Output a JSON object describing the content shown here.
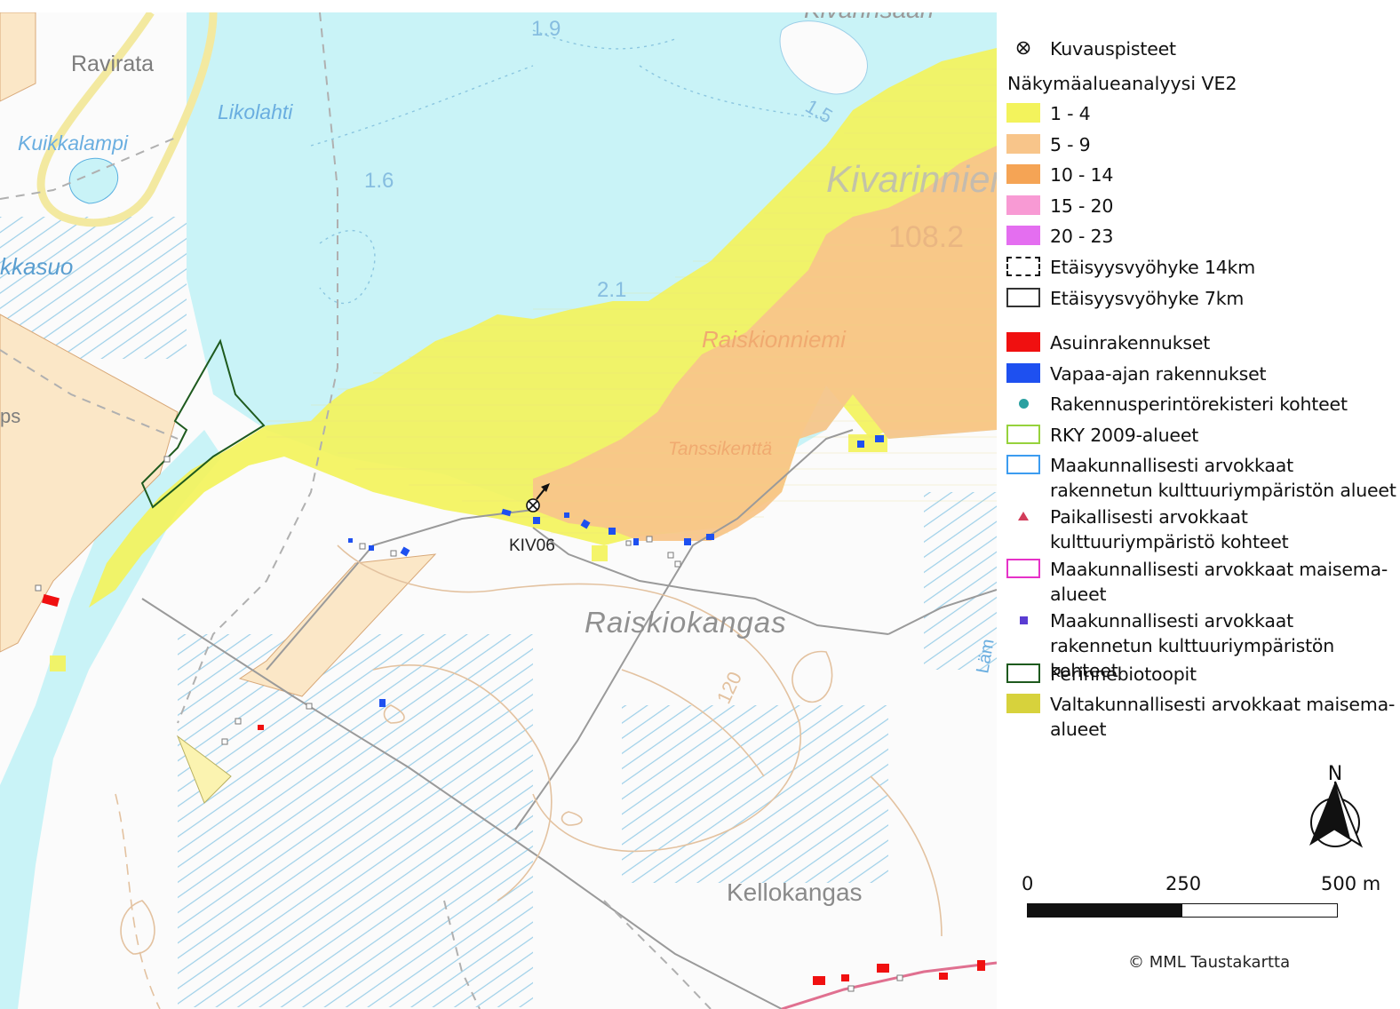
{
  "map": {
    "place_labels": {
      "ravirata": "Ravirata",
      "kuikkalampi": "Kuikkalampi",
      "likolahti": "Likolahti",
      "kkasuo": "kkasuo",
      "kivarinsaari": "Kivarinsaari",
      "kivarinniemi": "Kivarinniemi",
      "raiskionniemi": "Raiskionniemi",
      "tanssikentta": "Tanssikenttä",
      "raiskiokangas": "Raiskiokangas",
      "kellokangas": "Kellokangas",
      "ps": "ps",
      "lam": "Läm"
    },
    "depth_labels": {
      "d19": "1.9",
      "d16": "1.6",
      "d15": "1.5",
      "d21": "2.1"
    },
    "elevation_labels": {
      "e1082": "108.2",
      "e120": "120"
    },
    "viewpoint": {
      "id": "KIV06"
    }
  },
  "legend": {
    "viewpoints": {
      "label": "Kuvauspisteet"
    },
    "analysis_title": "Näkymäalueanalyysi VE2",
    "classes": [
      {
        "label": "1 - 4",
        "color": "#f3f35c"
      },
      {
        "label": "5 - 9",
        "color": "#f8c58a"
      },
      {
        "label": "10 - 14",
        "color": "#f5a455"
      },
      {
        "label": "15 - 20",
        "color": "#f89ad4"
      },
      {
        "label": "20 - 23",
        "color": "#e46ef0"
      }
    ],
    "zones": [
      {
        "label": "Etäisyysvyöhyke 14km"
      },
      {
        "label": "Etäisyysvyöhyke 7km"
      }
    ],
    "layers": [
      {
        "label": "Asuinrakennukset",
        "color": "#f01010"
      },
      {
        "label": "Vapaa-ajan rakennukset",
        "color": "#1e50f0"
      },
      {
        "label": "Rakennusperintörekisteri kohteet",
        "color": "#2aa0a0"
      },
      {
        "label": "RKY 2009-alueet",
        "color": "#96d23c"
      },
      {
        "label": "Maakunnallisesti arvokkaat rakennetun kulttuuriympäristön alueet",
        "color": "#3c9cf0"
      },
      {
        "label": "Paikallisesti arvokkaat kulttuuriympäristö kohteet",
        "color": "#d23c5a"
      },
      {
        "label": "Maakunnallisesti arvokkaat maisema-alueet",
        "color": "#e632c8"
      },
      {
        "label": "Maakunnallisesti arvokkaat rakennetun kulttuuriympäristön kohteet",
        "color": "#5a3cd2"
      },
      {
        "label": "Perinnebiotoopit",
        "color": "#1e5a1e"
      },
      {
        "label": "Valtakunnallisesti arvokkaat maisema-alueet",
        "color": "#d7d23c"
      }
    ],
    "north_label": "N",
    "scale": {
      "min": "0",
      "mid": "250",
      "max": "500 m"
    },
    "credit": "© MML Taustakartta"
  }
}
